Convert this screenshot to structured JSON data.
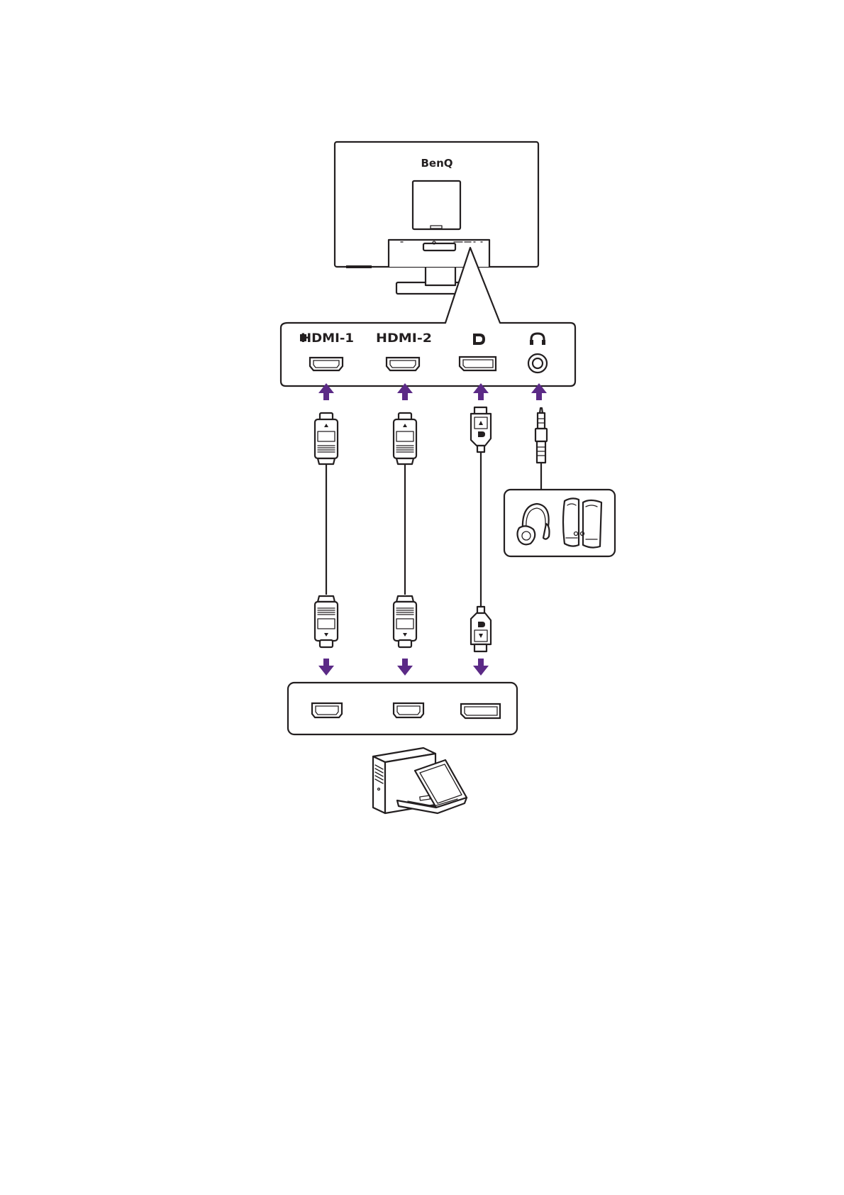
{
  "monitor": {
    "brand": "BenQ"
  },
  "ports": [
    {
      "label": "HDMI-1",
      "kind": "hdmi",
      "icon": "hdmi-1-label"
    },
    {
      "label": "HDMI-2",
      "kind": "hdmi",
      "icon": "hdmi-2-label"
    },
    {
      "label": "",
      "kind": "displayport",
      "icon": "displayport-icon"
    },
    {
      "label": "",
      "kind": "audio",
      "icon": "headphone-icon"
    }
  ],
  "devices": {
    "audio": [
      "headphones-icon",
      "speakers-icon"
    ],
    "source": [
      "desktop-pc-icon",
      "laptop-icon"
    ]
  },
  "colors": {
    "arrow": "#5b2a86",
    "line": "#231f20"
  }
}
